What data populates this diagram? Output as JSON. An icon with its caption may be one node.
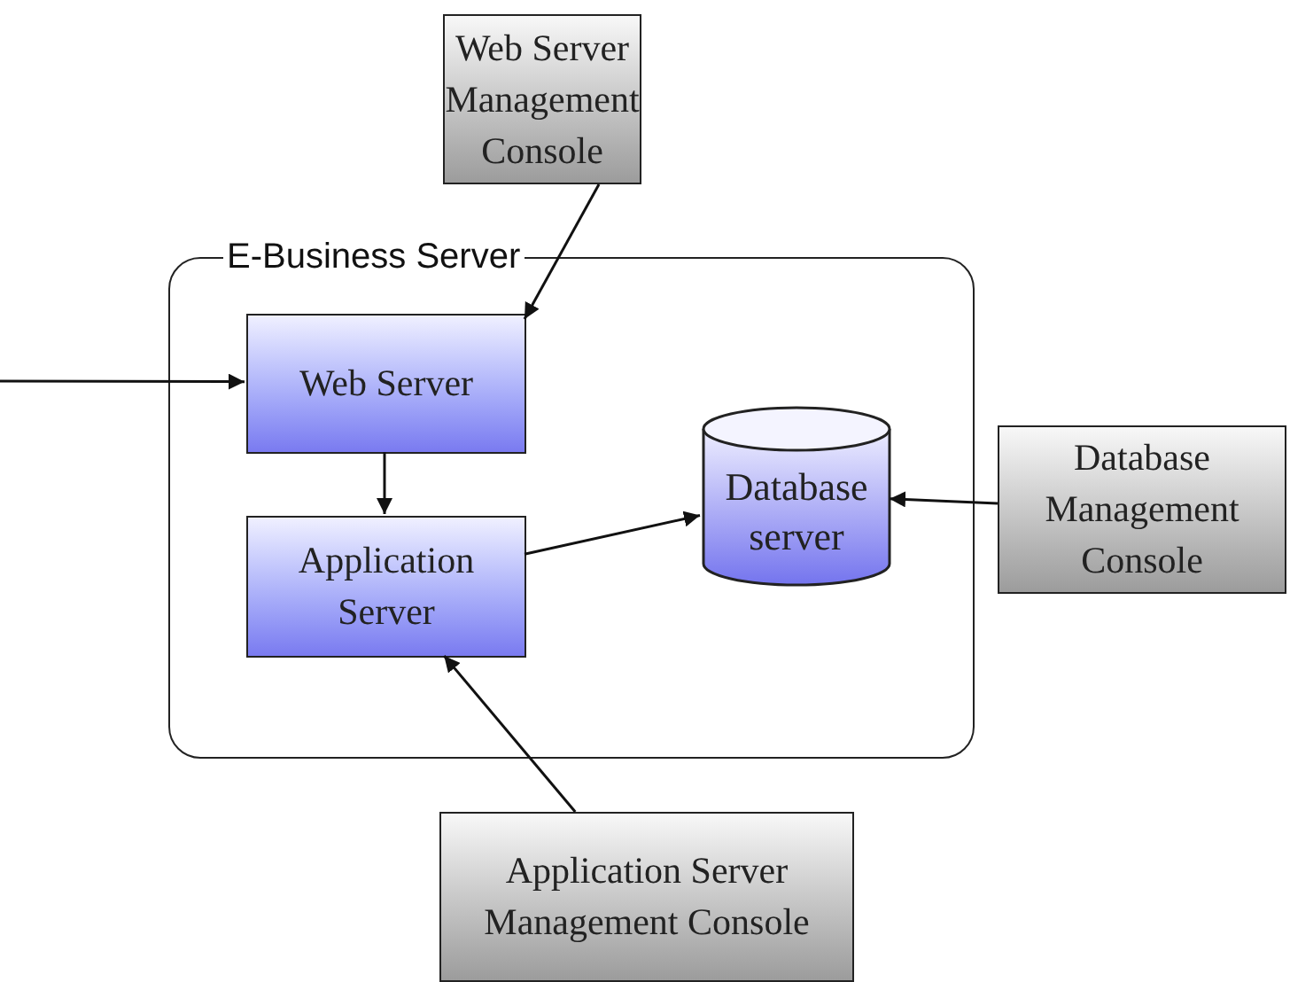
{
  "diagram": {
    "nodes": [
      {
        "text": [
          "Web Server Management Console"
        ]
      },
      {
        "text": [
          "E-Business Server"
        ]
      },
      {
        "text": [
          "Web Server"
        ],
        "in": 1
      },
      {
        "text": [
          "Application Server"
        ],
        "in": 1
      },
      {
        "text": [
          "Database server"
        ],
        "in": 1
      },
      {
        "text": [
          "Database Management Console"
        ]
      },
      {
        "text": [
          "Application Server Management Console"
        ]
      }
    ],
    "edges": [
      {
        "from": null,
        "to": 2,
        "arrow": "to"
      },
      {
        "from": 0,
        "to": 2,
        "arrow": "to"
      },
      {
        "from": 2,
        "to": 3,
        "arrow": "to"
      },
      {
        "from": 3,
        "to": 4,
        "arrow": "to"
      },
      {
        "from": 5,
        "to": 4,
        "arrow": "to"
      },
      {
        "from": 6,
        "to": 3,
        "arrow": "to"
      }
    ]
  }
}
